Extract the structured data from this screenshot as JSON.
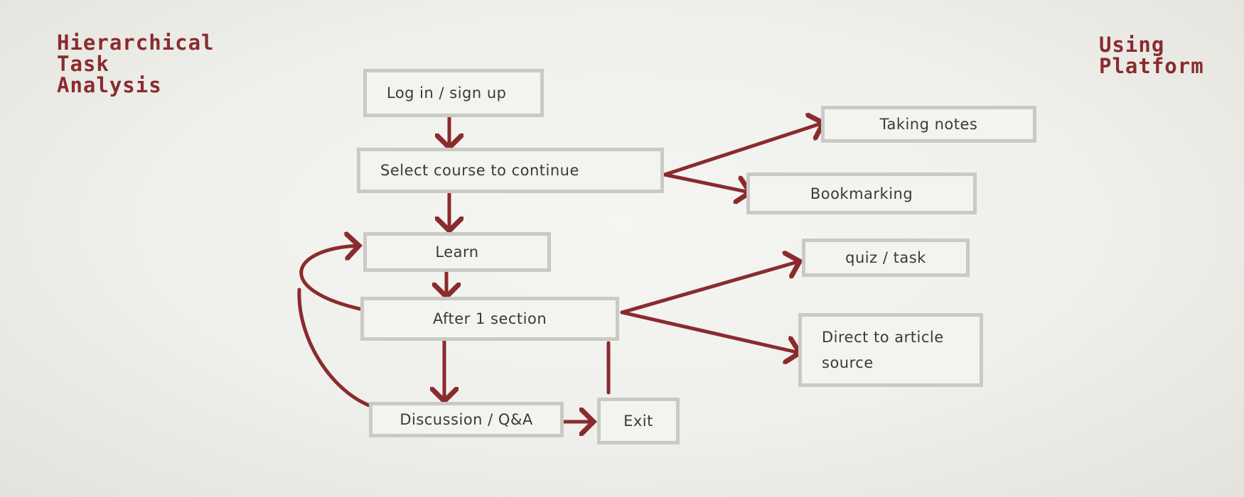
{
  "title_left": [
    "Hierarchical",
    "Task",
    "Analysis"
  ],
  "title_right": [
    "Using",
    "Platform"
  ],
  "accent_color": "#8a2b2e",
  "nodes": {
    "login": "Log in / sign up",
    "select_course": "Select course to continue",
    "taking_notes": "Taking notes",
    "bookmarking": "Bookmarking",
    "learn": "Learn",
    "after_section": "After 1 section",
    "quiz_task": "quiz / task",
    "direct_article": [
      "Direct to article",
      "source"
    ],
    "discussion": "Discussion / Q&A",
    "exit": "Exit"
  }
}
